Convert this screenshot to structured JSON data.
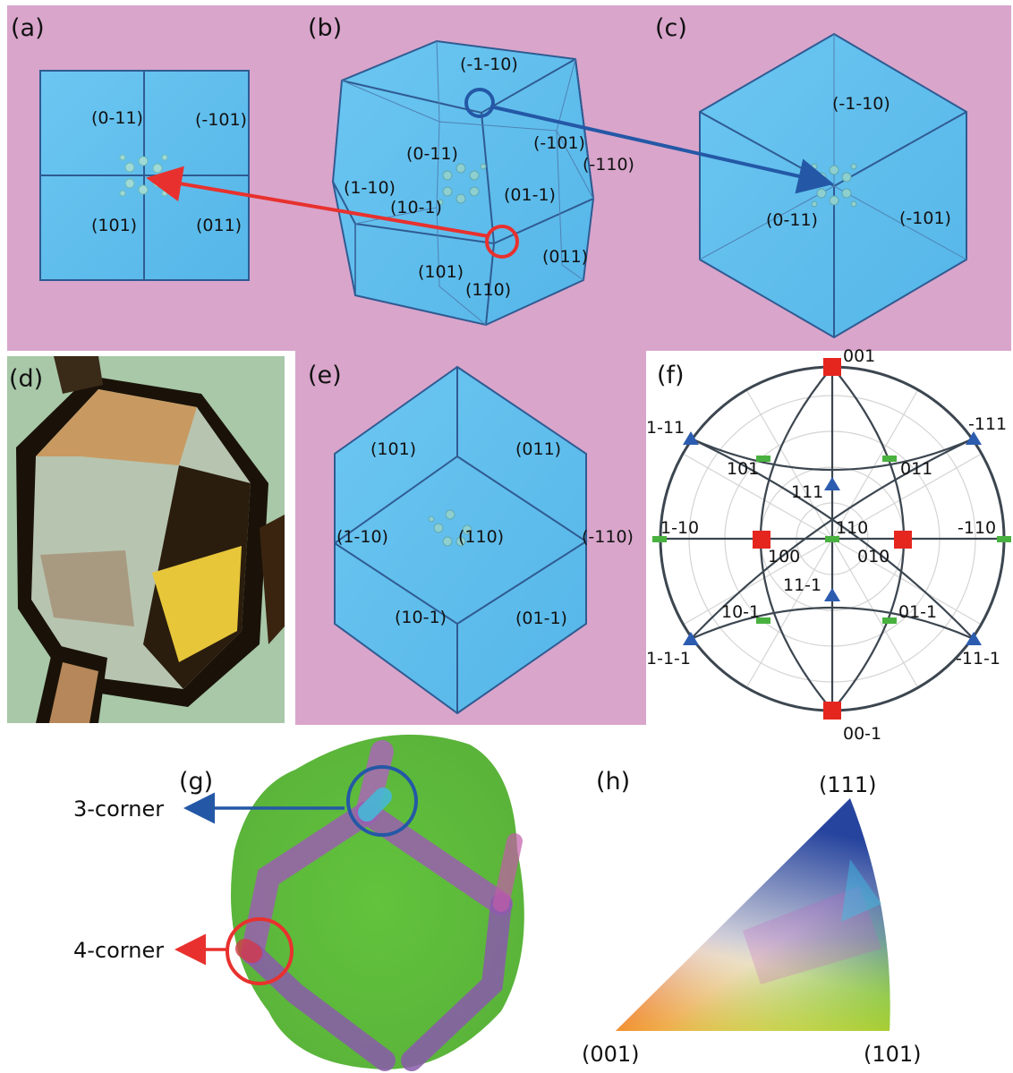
{
  "colors": {
    "background_pink": "#d9a5cb",
    "face_blue": "#5cbdec",
    "edge_blue": "#2f5b92",
    "arrow_red": "#e8312e",
    "arrow_blue": "#2458a6",
    "pole_red": "#e5261f",
    "pole_blue": "#2c5cb0",
    "pole_green": "#49b13f"
  },
  "panels": {
    "a": {
      "label": "(a)",
      "faces": [
        "(0-11)",
        "(-101)",
        "(101)",
        "(011)"
      ]
    },
    "b": {
      "label": "(b)",
      "faces": [
        "(-1-10)",
        "(0-11)",
        "(-101)",
        "(-110)",
        "(1-10)",
        "(10-1)",
        "(01-1)",
        "(101)",
        "(011)",
        "(110)"
      ]
    },
    "c": {
      "label": "(c)",
      "faces": [
        "(-1-10)",
        "(0-11)",
        "(-101)"
      ]
    },
    "d": {
      "label": "(d)"
    },
    "e": {
      "label": "(e)",
      "faces": [
        "(101)",
        "(011)",
        "(1-10)",
        "(110)",
        "(-110)",
        "(10-1)",
        "(01-1)"
      ]
    },
    "f": {
      "label": "(f)",
      "poles": [
        "001",
        "1-11",
        "-111",
        "101",
        "011",
        "111",
        "1-10",
        "110",
        "-110",
        "100",
        "010",
        "11-1",
        "10-1",
        "01-1",
        "1-1-1",
        "-11-1",
        "00-1"
      ]
    },
    "g": {
      "label": "(g)",
      "annotations": [
        "3-corner",
        "4-corner"
      ]
    },
    "h": {
      "label": "(h)",
      "corners": [
        "(111)",
        "(001)",
        "(101)"
      ]
    }
  }
}
